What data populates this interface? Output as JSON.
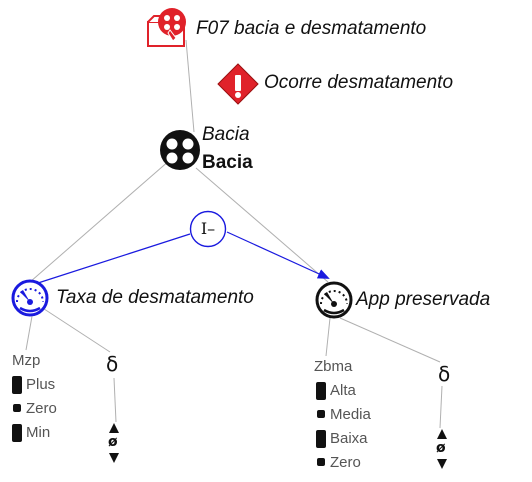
{
  "title_node": {
    "label": "F07 bacia e desmatamento",
    "icon": "document-icon",
    "color": "#e0222a"
  },
  "event_node": {
    "label": "Ocorre desmatamento",
    "icon": "warning-diamond-icon",
    "color": "#e0222a"
  },
  "bacia_node": {
    "label_italic": "Bacia",
    "label_bold": "Bacia",
    "icon": "film-reel-icon"
  },
  "operator_node": {
    "label": "I–",
    "color": "#1a1adf"
  },
  "taxa_node": {
    "label": "Taxa de desmatamento",
    "icon": "gauge-icon",
    "color": "#1a1adf",
    "scale_label": "Mzp",
    "values": [
      "Plus",
      "Zero",
      "Min"
    ],
    "delta": "δ",
    "delta_value": "ø"
  },
  "app_node": {
    "label": "App preservada",
    "icon": "gauge-icon",
    "scale_label": "Zbma",
    "values": [
      "Alta",
      "Media",
      "Baixa",
      "Zero"
    ],
    "delta": "δ",
    "delta_value": "ø"
  }
}
